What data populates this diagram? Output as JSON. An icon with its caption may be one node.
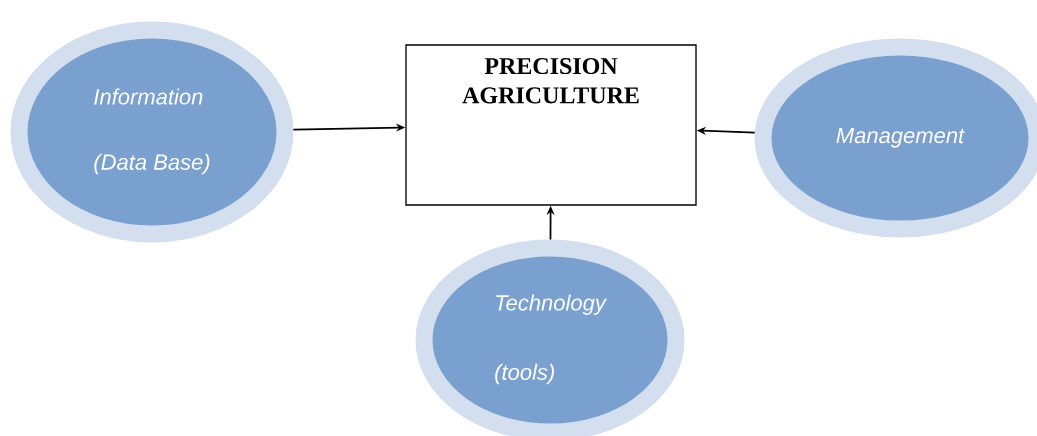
{
  "diagram": {
    "nodes": [
      {
        "text": [
          "Information",
          "(Data Base)"
        ]
      },
      {
        "text": [
          "PRECISION AGRICULTURE"
        ]
      },
      {
        "text": [
          "Management"
        ]
      },
      {
        "text": [
          "Technology",
          "(tools)"
        ]
      }
    ],
    "edges": [
      {
        "from": 0,
        "to": 1,
        "arrow": "to"
      },
      {
        "from": 2,
        "to": 1,
        "arrow": "to"
      },
      {
        "from": 3,
        "to": 1,
        "arrow": "to"
      }
    ]
  }
}
